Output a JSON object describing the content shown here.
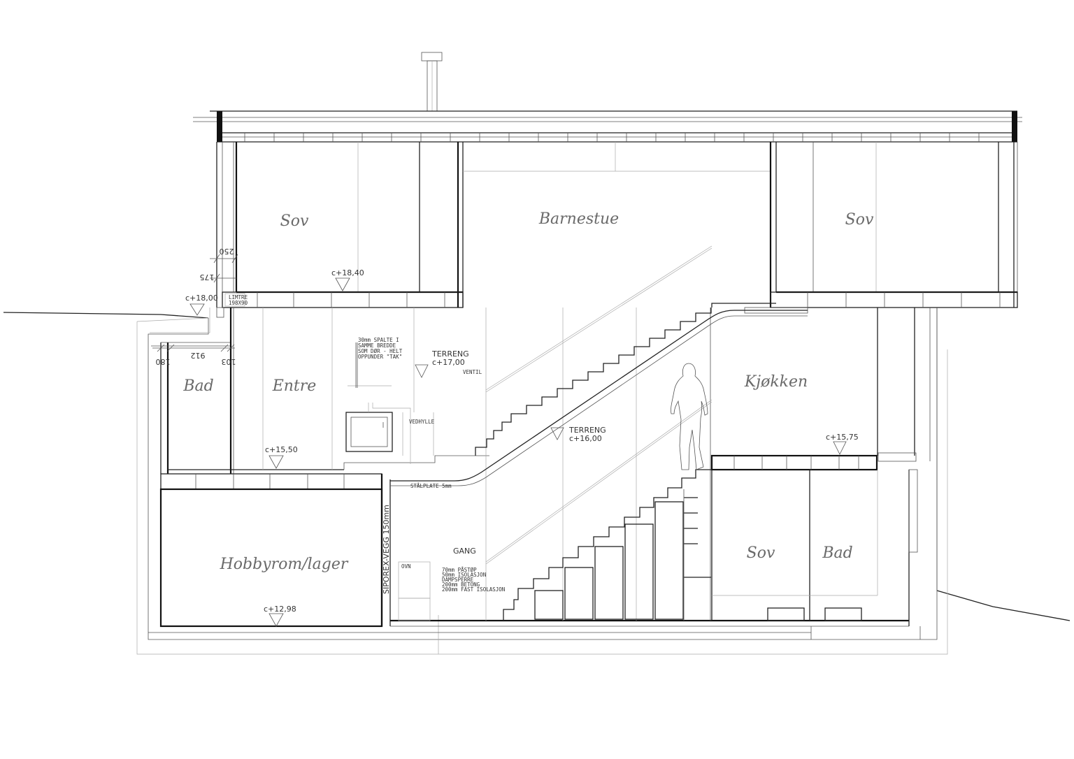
{
  "rooms": {
    "sov_left": "Sov",
    "barnestue": "Barnestue",
    "sov_right": "Sov",
    "bad_upper": "Bad",
    "entre": "Entre",
    "kjokken": "Kjøkken",
    "hobbyrom": "Hobbyrom/lager",
    "sov_lower": "Sov",
    "bad_lower": "Bad"
  },
  "levels": {
    "l1840": "c+18,40",
    "l1800": "c+18,00",
    "l1550": "c+15,50",
    "l1575": "c+15,75",
    "l1298": "c+12,98"
  },
  "terrain": {
    "t1700_label": "TERRENG",
    "t1700_value": "c+17,00",
    "t1600_label": "TERRENG",
    "t1600_value": "c+16,00"
  },
  "dimensions": {
    "d250": "250",
    "d175": "175",
    "d180": "180",
    "d912": "912",
    "d103": "103"
  },
  "notes": {
    "limtre_1": "LIMTRE",
    "limtre_2": "198X90",
    "spalte_1": "30mm SPALTE I",
    "spalte_2": "SAMME BREDDE",
    "spalte_3": "SOM DØR - HELT",
    "spalte_4": "OPPUNDER \"TAK\"",
    "ventil": "VENTIL",
    "vedhylle": "VEDHYLLE",
    "stalplate": "STÅLPLATE 5mm",
    "siporex": "SIPOREX-VEGG 150mm",
    "gang": "GANG",
    "ovn": "OVN",
    "floor_1": "70mm PÅSTØP",
    "floor_2": "50mm ISOLASJON",
    "floor_3": "DAMPSPERRE",
    "floor_4": "200mm BETONG",
    "floor_5": "200mm FAST ISOLASJON"
  }
}
